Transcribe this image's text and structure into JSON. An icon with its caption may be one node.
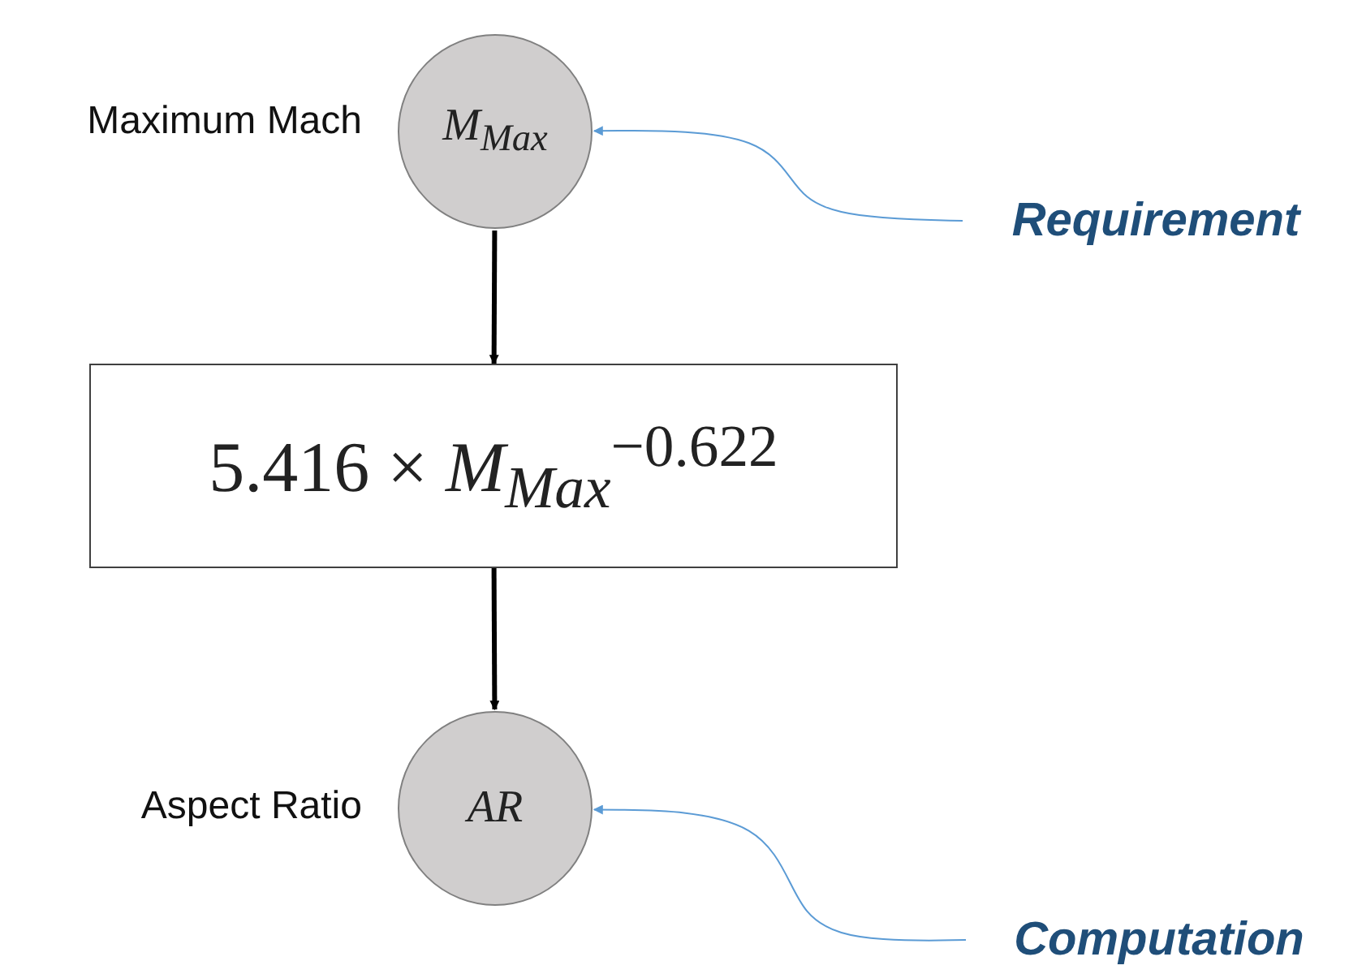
{
  "diagram": {
    "nodes": [
      {
        "text": [
          "M$_{Max}$"
        ],
        "beside": [
          "Maximum Mach"
        ]
      },
      {
        "text": [
          "5.416 × *M*$_{Max}$$^{−0.622}$"
        ]
      },
      {
        "text": [
          "AR"
        ],
        "beside": [
          "Aspect Ratio"
        ]
      },
      {
        "text": [
          "Requirement"
        ]
      },
      {
        "text": [
          "Computation"
        ]
      }
    ],
    "edges": [
      {
        "from": 0,
        "to": 1,
        "arrow": "to",
        "style": "thick"
      },
      {
        "from": 1,
        "to": 2,
        "arrow": "to",
        "style": "thick"
      },
      {
        "from": 3,
        "to": 0,
        "arrow": "to",
        "color": "#5b9bd5"
      },
      {
        "from": 4,
        "to": 2,
        "arrow": "to",
        "color": "#5b9bd5"
      }
    ]
  }
}
